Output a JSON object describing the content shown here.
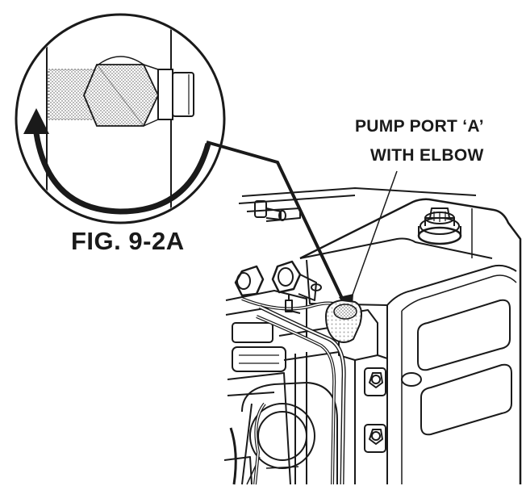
{
  "figure": {
    "label": "FIG. 9-2A"
  },
  "callout": {
    "line1": "PUMP PORT ‘A’",
    "line2": "WITH ELBOW"
  },
  "colors": {
    "ink": "#1a1a1a",
    "shade": "#9a9a9a",
    "background": "#ffffff"
  }
}
